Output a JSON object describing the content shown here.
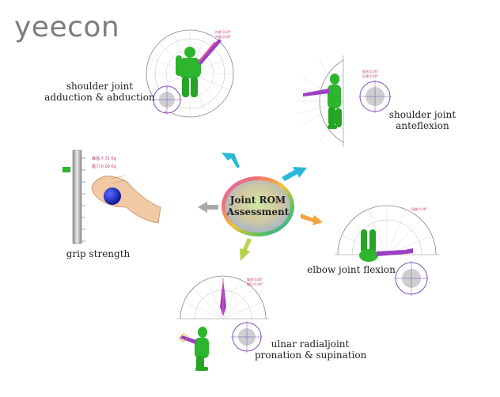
{
  "brand": {
    "logo_text": "yeecon"
  },
  "center": {
    "line1": "Joint ROM",
    "line2": "Assessment"
  },
  "modules": {
    "shoulder_abduction": {
      "label_line1": "shoulder joint",
      "label_line2": "adduction & abduction",
      "readout_line1": "内收:0.00°",
      "readout_line2": "外展:0.00°"
    },
    "shoulder_anteflexion": {
      "label_line1": "shoulder joint",
      "label_line2": "anteflexion",
      "readout_line1": "前屈:0.00°",
      "readout_line2": "后伸:0.00°"
    },
    "grip": {
      "label": "grip strength",
      "readout_line1": "峰值:7.72 Kg",
      "readout_line2": "握力:0.00 Kg"
    },
    "elbow": {
      "label": "elbow joint flexion",
      "readout_line1": "屈曲:0.00°"
    },
    "ulnar": {
      "label_line1": "ulnar radialjoint",
      "label_line2": "pronation & supination",
      "readout_line1": "旋前:0.00°",
      "readout_line2": "旋后:0.00°"
    }
  },
  "colors": {
    "figure": "#2db52d",
    "arm": "#9b3fc4",
    "arrow_cyan": "#2bb7d9",
    "arrow_orange": "#f2a43a",
    "arrow_lime": "#b6d34a",
    "arrow_gray": "#a9a9a9"
  }
}
